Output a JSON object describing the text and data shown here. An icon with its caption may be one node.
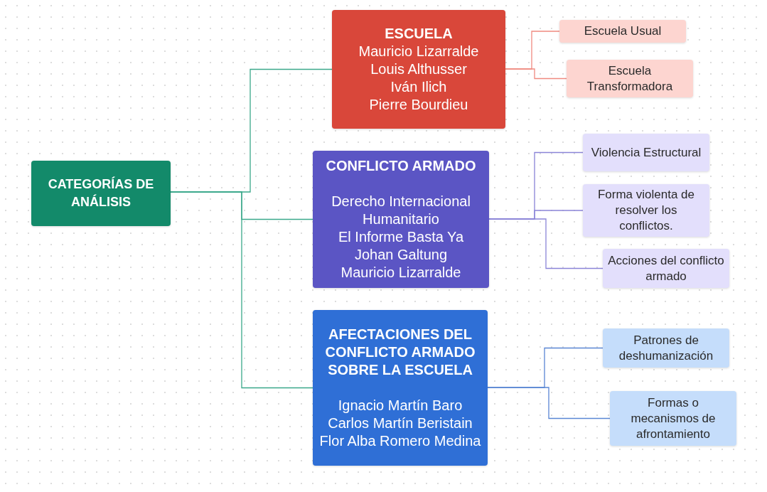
{
  "diagram": {
    "nodes": [
      {
        "text": [
          "CATEGORÍAS DE ANÁLISIS"
        ]
      },
      {
        "text": [
          "ESCUELA",
          "Mauricio Lizarralde",
          "Louis Althusser",
          "Iván Ilich",
          "Pierre Bourdieu"
        ]
      },
      {
        "text": [
          "CONFLICTO ARMADO",
          "Derecho Internacional Humanitario",
          "El Informe Basta Ya",
          "Johan Galtung",
          "Mauricio Lizarralde"
        ]
      },
      {
        "text": [
          "AFECTACIONES DEL CONFLICTO ARMADO SOBRE LA ESCUELA",
          "Ignacio Martín Baro",
          "Carlos Martín Beristain",
          "Flor Alba Romero Medina"
        ]
      },
      {
        "text": [
          "Escuela Usual"
        ]
      },
      {
        "text": [
          "Escuela Transformadora"
        ]
      },
      {
        "text": [
          "Violencia Estructural"
        ]
      },
      {
        "text": [
          "Forma violenta de resolver los conflictos."
        ]
      },
      {
        "text": [
          "Acciones del conflicto armado"
        ]
      },
      {
        "text": [
          "Patrones de deshumanización"
        ]
      },
      {
        "text": [
          "Formas o mecanismos de afrontamiento"
        ]
      }
    ],
    "edges": [
      {
        "from": 0,
        "to": 1,
        "arrow": "none",
        "color": "#3aa88a"
      },
      {
        "from": 0,
        "to": 2,
        "arrow": "none",
        "color": "#3aa88a"
      },
      {
        "from": 0,
        "to": 3,
        "arrow": "none",
        "color": "#3aa88a"
      },
      {
        "from": 1,
        "to": 4,
        "arrow": "none",
        "color": "#f08a80"
      },
      {
        "from": 1,
        "to": 5,
        "arrow": "none",
        "color": "#f08a80"
      },
      {
        "from": 2,
        "to": 6,
        "arrow": "none",
        "color": "#8a84d8"
      },
      {
        "from": 2,
        "to": 7,
        "arrow": "none",
        "color": "#8a84d8"
      },
      {
        "from": 2,
        "to": 8,
        "arrow": "none",
        "color": "#8a84d8"
      },
      {
        "from": 3,
        "to": 9,
        "arrow": "none",
        "color": "#5a86d4"
      },
      {
        "from": 3,
        "to": 10,
        "arrow": "none",
        "color": "#5a86d4"
      }
    ]
  }
}
